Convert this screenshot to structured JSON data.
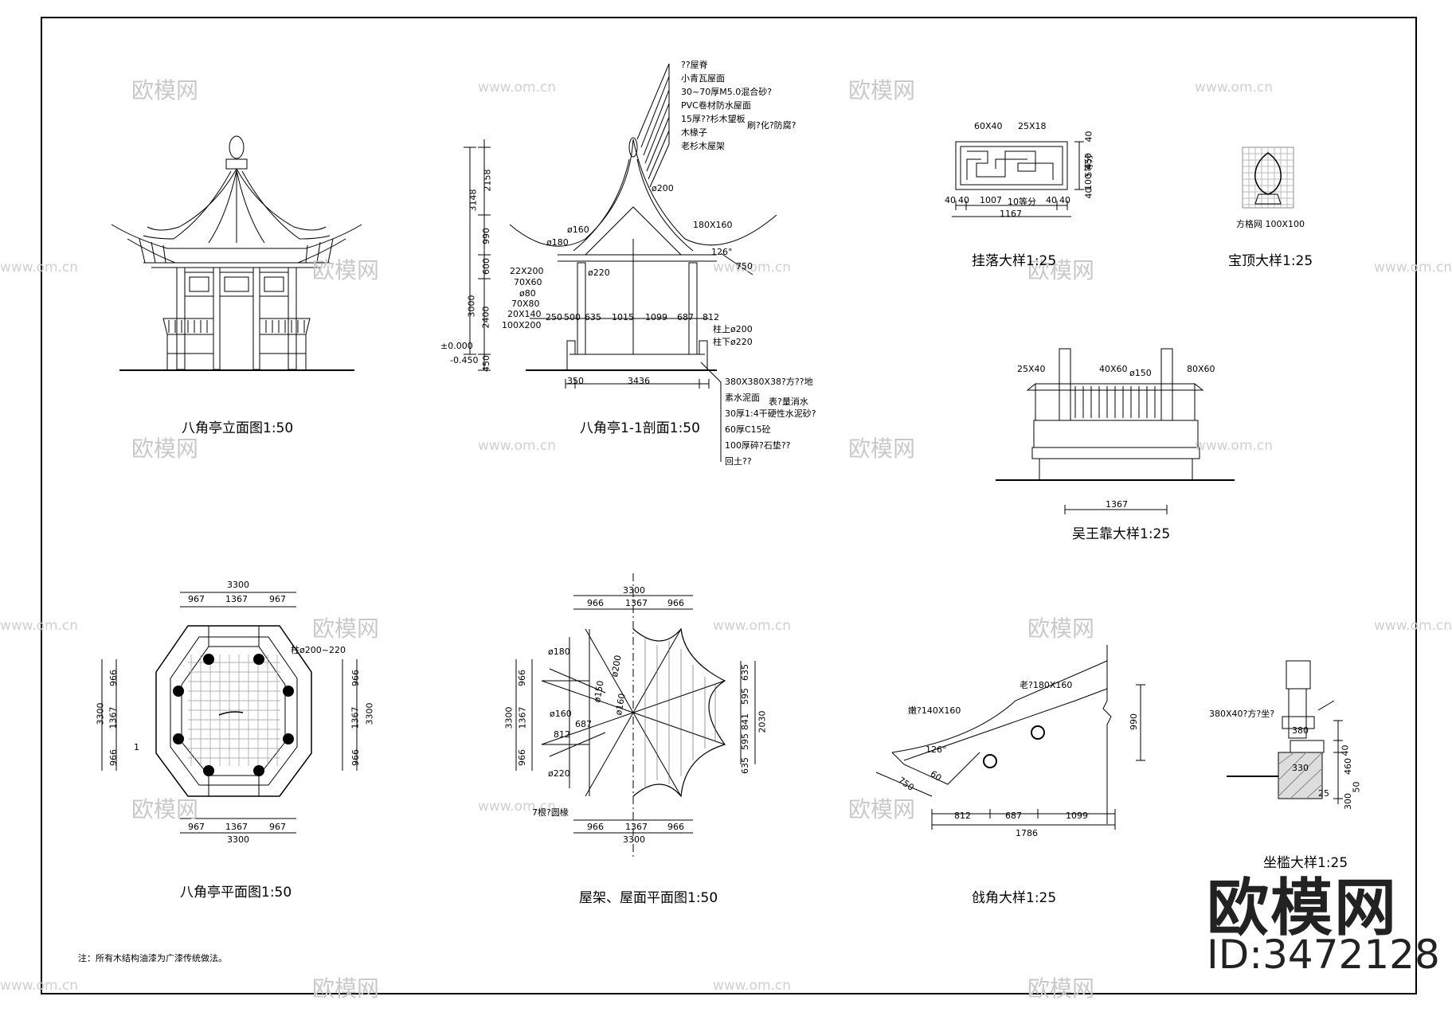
{
  "titles": {
    "elevation": "八角亭立面图1:50",
    "section": "八角亭1-1剖面1:50",
    "hanging": "挂落大样1:25",
    "finial": "宝顶大样1:25",
    "wuwangkao": "吴王靠大样1:25",
    "plan": "八角亭平面图1:50",
    "roof_plan": "屋架、屋面平面图1:50",
    "corner": "戗角大样1:25",
    "seat": "坐槛大样1:25"
  },
  "note": "注：所有木结构油漆为广漆传统做法。",
  "brand": {
    "name": "欧模网",
    "id": "ID:3472128"
  },
  "watermark": {
    "logo": "欧模网",
    "url": "www.om.cn"
  },
  "roof_layers": [
    "??屋脊",
    "小青瓦屋面",
    "30~70厚M5.0混合砂?",
    "PVC卷材防水屋面",
    "15厚??杉木望板",
    "木椽子",
    "老杉木屋架"
  ],
  "roof_layer_extra": "刷?化?防腐?",
  "floor_layers": [
    "380X380X38?方??地",
    "素水泥面",
    "30厚1:4干硬性水泥砂?",
    "60厚C15砼",
    "100厚碎?石垫??",
    "回土??"
  ],
  "floor_layer_extra": "表?量消水",
  "section_dims": {
    "heights": [
      "3148",
      "2158",
      "990",
      "600",
      "3000",
      "2400",
      "450"
    ],
    "members": [
      "22X200",
      "70X60",
      "ø80",
      "70X80",
      "20X140",
      "100X200"
    ],
    "spans": [
      "250",
      "500",
      "635",
      "1015",
      "1099",
      "687",
      "812"
    ],
    "base": [
      "350",
      "3436"
    ],
    "levels": [
      "±0.000",
      "-0.450"
    ],
    "tags": [
      "ø200",
      "ø160",
      "ø180",
      "ø220",
      "180X160",
      "126°",
      "750",
      "柱上ø200",
      "柱下ø220"
    ]
  },
  "hanging_dims": {
    "top": [
      "60X40",
      "25X18"
    ],
    "bottom": [
      "40",
      "40",
      "1007",
      "10等分",
      "40",
      "40"
    ],
    "total": "1167",
    "side": [
      "40",
      "450",
      "100",
      "40",
      "5等分"
    ]
  },
  "finial_dims": "方格网 100X100",
  "wuwangkao_dims": [
    "25X40",
    "40X60",
    "ø150",
    "80X60",
    "1367"
  ],
  "plan_dims": {
    "top_total": "3300",
    "segments": [
      "967",
      "1367",
      "967"
    ],
    "side_total": "3300",
    "side_segments": [
      "966",
      "1367",
      "966"
    ],
    "column": "柱ø200~220",
    "mark": "1"
  },
  "roof_plan_dims": {
    "total": "3300",
    "segments": [
      "966",
      "1367",
      "966"
    ],
    "right": [
      "635",
      "595",
      "841",
      "2030",
      "595",
      "635"
    ],
    "tags": [
      "ø180",
      "ø160",
      "ø220",
      "812",
      "687",
      "ø200",
      "ø160",
      "ø150"
    ],
    "note": "7根?圆椽"
  },
  "corner_dims": {
    "labels": [
      "嫩?140X160",
      "老?180X160",
      "126°",
      "750",
      "60",
      "990"
    ],
    "bottom": [
      "812",
      "687",
      "1099"
    ],
    "total": "1786"
  },
  "seat_dims": [
    "380X40?方?坐?",
    "380",
    "330",
    "40",
    "460",
    "50",
    "300",
    "25"
  ]
}
